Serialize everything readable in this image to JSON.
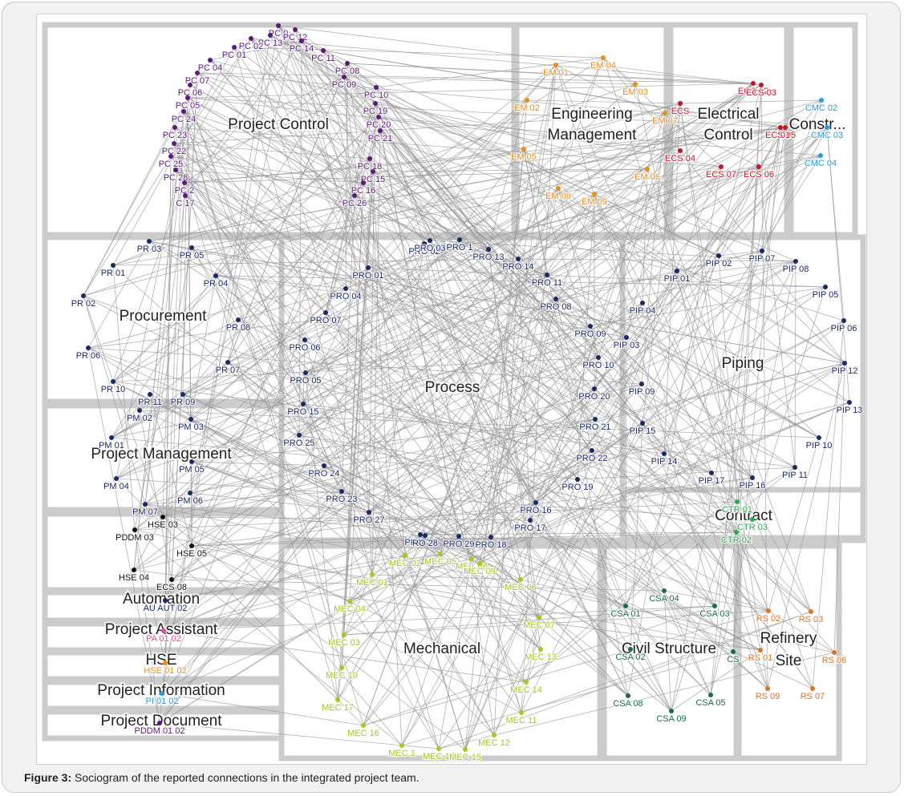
{
  "caption": {
    "label": "Figure 3:",
    "text": "Sociogram of the reported connections in the integrated project team."
  },
  "groups": [
    {
      "name": "Project Control"
    },
    {
      "name": "Engineering Management"
    },
    {
      "name": "Electrical Control"
    },
    {
      "name": "Constr..."
    },
    {
      "name": "Procurement"
    },
    {
      "name": "Process"
    },
    {
      "name": "Piping"
    },
    {
      "name": "Project Management"
    },
    {
      "name": "Contract"
    },
    {
      "name": "Automation"
    },
    {
      "name": "Project Assistant"
    },
    {
      "name": "HSE"
    },
    {
      "name": "Project Information"
    },
    {
      "name": "Project Document"
    },
    {
      "name": "Mechanical"
    },
    {
      "name": "Civil Structure"
    },
    {
      "name": "Refinery Site"
    }
  ],
  "colors": {
    "project_control": "#5b1a7a",
    "engineering_management": "#e8901c",
    "electrical_control": "#c0182a",
    "construction": "#2b9bd8",
    "navy": "#1b2a66",
    "contract": "#2fa84f",
    "civil": "#1e6b4d",
    "mechanical": "#a8c820",
    "refinery": "#d9782a",
    "hse": "#111111",
    "edge": "#9a9a9a",
    "partition": "#cccccc"
  },
  "nodes": [
    {
      "label": "PC 0",
      "group": "pc"
    },
    {
      "label": "PC 12",
      "group": "pc"
    },
    {
      "label": "PC 13",
      "group": "pc"
    },
    {
      "label": "PC 02",
      "group": "pc"
    },
    {
      "label": "PC 14",
      "group": "pc"
    },
    {
      "label": "PC 01",
      "group": "pc"
    },
    {
      "label": "PC 11",
      "group": "pc"
    },
    {
      "label": "PC 04",
      "group": "pc"
    },
    {
      "label": "PC 08",
      "group": "pc"
    },
    {
      "label": "PC 07",
      "group": "pc"
    },
    {
      "label": "PC 09",
      "group": "pc"
    },
    {
      "label": "PC 06",
      "group": "pc"
    },
    {
      "label": "PC 10",
      "group": "pc"
    },
    {
      "label": "PC 05",
      "group": "pc"
    },
    {
      "label": "PC 19",
      "group": "pc"
    },
    {
      "label": "PC 24",
      "group": "pc"
    },
    {
      "label": "PC 20",
      "group": "pc"
    },
    {
      "label": "PC 23",
      "group": "pc"
    },
    {
      "label": "PC 21",
      "group": "pc"
    },
    {
      "label": "PC 22",
      "group": "pc"
    },
    {
      "label": "PC 18",
      "group": "pc"
    },
    {
      "label": "PC 25",
      "group": "pc"
    },
    {
      "label": "PC 15",
      "group": "pc"
    },
    {
      "label": "PC 28",
      "group": "pc"
    },
    {
      "label": "PC 16",
      "group": "pc"
    },
    {
      "label": "PC 2",
      "group": "pc"
    },
    {
      "label": "PC 26",
      "group": "pc"
    },
    {
      "label": "C 17",
      "group": "pc"
    },
    {
      "label": "EM 01",
      "group": "em"
    },
    {
      "label": "EM 04",
      "group": "em"
    },
    {
      "label": "EM 03",
      "group": "em"
    },
    {
      "label": "EM 02",
      "group": "em"
    },
    {
      "label": "EM 07",
      "group": "em"
    },
    {
      "label": "EM 05",
      "group": "em"
    },
    {
      "label": "EM 08",
      "group": "em"
    },
    {
      "label": "EM 09",
      "group": "em"
    },
    {
      "label": "EM 06",
      "group": "em"
    },
    {
      "label": "ECS 02",
      "group": "ecs"
    },
    {
      "label": "ECS 03",
      "group": "ecs"
    },
    {
      "label": "ECS",
      "group": "ecs"
    },
    {
      "label": "ECS 05",
      "group": "ecs"
    },
    {
      "label": "ECS 04",
      "group": "ecs"
    },
    {
      "label": "ECS 07",
      "group": "ecs"
    },
    {
      "label": "ECS 06",
      "group": "ecs"
    },
    {
      "label": "01",
      "group": "ecs"
    },
    {
      "label": "CMC 02",
      "group": "cmc"
    },
    {
      "label": "CMC 03",
      "group": "cmc"
    },
    {
      "label": "CMC 04",
      "group": "cmc"
    },
    {
      "label": "PR 01",
      "group": "nv"
    },
    {
      "label": "PR 03",
      "group": "nv"
    },
    {
      "label": "PR 05",
      "group": "nv"
    },
    {
      "label": "PR 04",
      "group": "nv"
    },
    {
      "label": "PR 02",
      "group": "nv"
    },
    {
      "label": "PR 08",
      "group": "nv"
    },
    {
      "label": "PR 06",
      "group": "nv"
    },
    {
      "label": "PR 07",
      "group": "nv"
    },
    {
      "label": "PR 10",
      "group": "nv"
    },
    {
      "label": "PR 11",
      "group": "nv"
    },
    {
      "label": "PR 09",
      "group": "nv"
    },
    {
      "label": "PM 02",
      "group": "nv"
    },
    {
      "label": "PM 03",
      "group": "nv"
    },
    {
      "label": "PM 01",
      "group": "nv"
    },
    {
      "label": "PM 05",
      "group": "nv"
    },
    {
      "label": "PM 04",
      "group": "nv"
    },
    {
      "label": "PM 06",
      "group": "nv"
    },
    {
      "label": "PM 07",
      "group": "nv"
    },
    {
      "label": "PRO 02",
      "group": "nv"
    },
    {
      "label": "PRO 03",
      "group": "nv"
    },
    {
      "label": "PRO 1",
      "group": "nv"
    },
    {
      "label": "PRO 13",
      "group": "nv"
    },
    {
      "label": "PRO 14",
      "group": "nv"
    },
    {
      "label": "PRO 01",
      "group": "nv"
    },
    {
      "label": "PRO 11",
      "group": "nv"
    },
    {
      "label": "PRO 04",
      "group": "nv"
    },
    {
      "label": "PRO 08",
      "group": "nv"
    },
    {
      "label": "PRO 07",
      "group": "nv"
    },
    {
      "label": "PRO 09",
      "group": "nv"
    },
    {
      "label": "PRO 06",
      "group": "nv"
    },
    {
      "label": "PRO 10",
      "group": "nv"
    },
    {
      "label": "PRO 05",
      "group": "nv"
    },
    {
      "label": "PRO 20",
      "group": "nv"
    },
    {
      "label": "PRO 15",
      "group": "nv"
    },
    {
      "label": "PRO 21",
      "group": "nv"
    },
    {
      "label": "PRO 25",
      "group": "nv"
    },
    {
      "label": "PRO 22",
      "group": "nv"
    },
    {
      "label": "PRO 24",
      "group": "nv"
    },
    {
      "label": "PRO 19",
      "group": "nv"
    },
    {
      "label": "PRO 23",
      "group": "nv"
    },
    {
      "label": "PRO 16",
      "group": "nv"
    },
    {
      "label": "PRO 27",
      "group": "nv"
    },
    {
      "label": "PRO 17",
      "group": "nv"
    },
    {
      "label": "PRO 30",
      "group": "nv"
    },
    {
      "label": "PRO 29",
      "group": "nv"
    },
    {
      "label": "RO 28",
      "group": "nv"
    },
    {
      "label": "PRO 18",
      "group": "nv"
    },
    {
      "label": "PIP 02",
      "group": "nv"
    },
    {
      "label": "PIP 07",
      "group": "nv"
    },
    {
      "label": "PIP 08",
      "group": "nv"
    },
    {
      "label": "PIP 01",
      "group": "nv"
    },
    {
      "label": "PIP 05",
      "group": "nv"
    },
    {
      "label": "PIP 04",
      "group": "nv"
    },
    {
      "label": "PIP 06",
      "group": "nv"
    },
    {
      "label": "PIP 03",
      "group": "nv"
    },
    {
      "label": "PIP 12",
      "group": "nv"
    },
    {
      "label": "PIP 09",
      "group": "nv"
    },
    {
      "label": "PIP 13",
      "group": "nv"
    },
    {
      "label": "PIP 15",
      "group": "nv"
    },
    {
      "label": "PIP 10",
      "group": "nv"
    },
    {
      "label": "PIP 14",
      "group": "nv"
    },
    {
      "label": "PIP 11",
      "group": "nv"
    },
    {
      "label": "PIP 17",
      "group": "nv"
    },
    {
      "label": "PIP 16",
      "group": "nv"
    },
    {
      "label": "CTR 01",
      "group": "ctr"
    },
    {
      "label": "CTR 03",
      "group": "ctr"
    },
    {
      "label": "CTR 02",
      "group": "ctr"
    },
    {
      "label": "PDDM 03",
      "group": "hse"
    },
    {
      "label": "HSE 03",
      "group": "hse"
    },
    {
      "label": "HSE 05",
      "group": "hse"
    },
    {
      "label": "HSE 04",
      "group": "hse"
    },
    {
      "label": "ECS 08",
      "group": "hse"
    },
    {
      "label": "AU AUT 02",
      "group": "nv"
    },
    {
      "label": "PA 01 02",
      "group": "pa"
    },
    {
      "label": "HSE 01 02",
      "group": "em"
    },
    {
      "label": "PI 01 02",
      "group": "cmc"
    },
    {
      "label": "PDDM 01 02",
      "group": "pc"
    },
    {
      "label": "MEC 02",
      "group": "mec"
    },
    {
      "label": "MEC 05",
      "group": "mec"
    },
    {
      "label": "MEC 08",
      "group": "mec"
    },
    {
      "label": "MEC 09",
      "group": "mec"
    },
    {
      "label": "MEC 01",
      "group": "mec"
    },
    {
      "label": "MEC 06",
      "group": "mec"
    },
    {
      "label": "MEC 04",
      "group": "mec"
    },
    {
      "label": "MEC 07",
      "group": "mec"
    },
    {
      "label": "MEC 03",
      "group": "mec"
    },
    {
      "label": "MEC 13",
      "group": "mec"
    },
    {
      "label": "MEC 10",
      "group": "mec"
    },
    {
      "label": "MEC 14",
      "group": "mec"
    },
    {
      "label": "MEC 17",
      "group": "mec"
    },
    {
      "label": "MEC 11",
      "group": "mec"
    },
    {
      "label": "MEC 16",
      "group": "mec"
    },
    {
      "label": "MEC 12",
      "group": "mec"
    },
    {
      "label": "MEC 1",
      "group": "mec"
    },
    {
      "label": "MEC 18",
      "group": "mec"
    },
    {
      "label": "MEC 15",
      "group": "mec"
    },
    {
      "label": "CSA 04",
      "group": "csa"
    },
    {
      "label": "CSA 01",
      "group": "csa"
    },
    {
      "label": "CSA 03",
      "group": "csa"
    },
    {
      "label": "CSA 02",
      "group": "csa"
    },
    {
      "label": "CS",
      "group": "csa"
    },
    {
      "label": "CSA 08",
      "group": "csa"
    },
    {
      "label": "CSA 05",
      "group": "csa"
    },
    {
      "label": "CSA 09",
      "group": "csa"
    },
    {
      "label": "RS 02",
      "group": "rs"
    },
    {
      "label": "RS 03",
      "group": "rs"
    },
    {
      "label": "RS 01",
      "group": "rs"
    },
    {
      "label": "RS 06",
      "group": "rs"
    },
    {
      "label": "RS 09",
      "group": "rs"
    },
    {
      "label": "RS 07",
      "group": "rs"
    }
  ]
}
